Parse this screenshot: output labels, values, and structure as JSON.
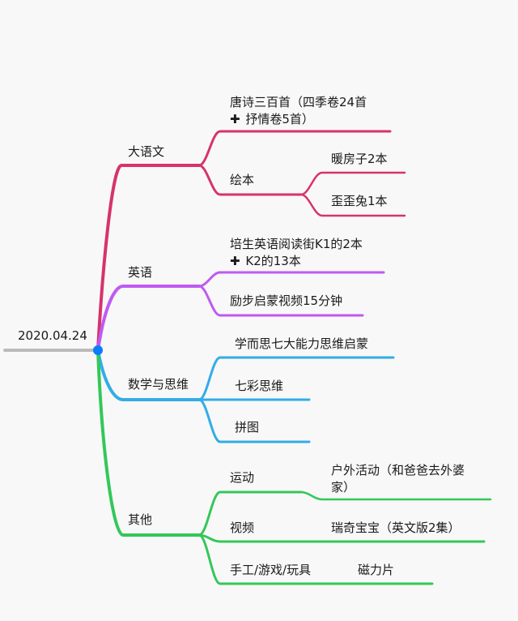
{
  "root": {
    "label": "2020.04.24"
  },
  "branches": [
    {
      "label": "大语文",
      "color": "#d6336c",
      "children": [
        {
          "label_line1": "唐诗三百首（四季卷24首",
          "label_line2": "抒情卷5首）"
        },
        {
          "label": "绘本",
          "children": [
            "暖房子2本",
            "歪歪兔1本"
          ]
        }
      ]
    },
    {
      "label": "英语",
      "color": "#bf5af2",
      "children": [
        {
          "label_line1": "培生英语阅读街K1的2本",
          "label_line2": "K2的13本"
        },
        {
          "label": "励步启蒙视频15分钟"
        }
      ]
    },
    {
      "label": "数学与思维",
      "color": "#32ade6",
      "children": [
        {
          "label": "学而思七大能力思维启蒙"
        },
        {
          "label": "七彩思维"
        },
        {
          "label": "拼图"
        }
      ]
    },
    {
      "label": "其他",
      "color": "#34c759",
      "children": [
        {
          "label": "运动",
          "children": [
            "户外活动（和爸爸去外婆家）"
          ]
        },
        {
          "label": "视频",
          "children": [
            "瑞奇宝宝（英文版2集）"
          ]
        },
        {
          "label": "手工/游戏/玩具",
          "children": [
            "磁力片"
          ]
        }
      ]
    }
  ],
  "plus_glyph": "✚",
  "colors": {
    "root_line": "#bbbbbb",
    "root_dot": "#0a7cff"
  }
}
